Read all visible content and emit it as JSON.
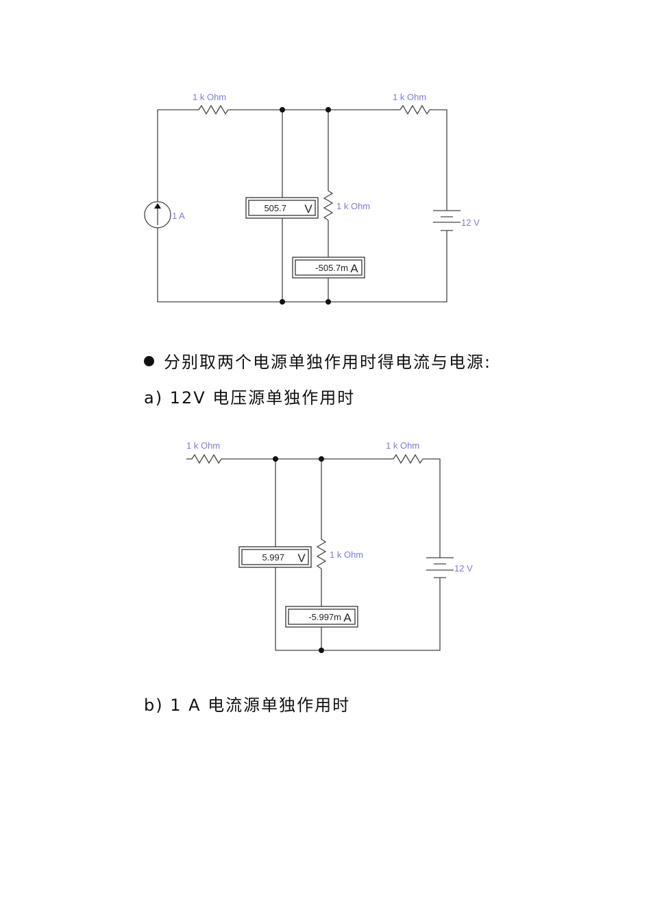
{
  "circuit1": {
    "resistor_top_left": "1 k Ohm",
    "resistor_top_right": "1 k Ohm",
    "resistor_middle": "1 k Ohm",
    "current_source": "1 A",
    "voltage_source": "12 V",
    "voltmeter_value": "505.7",
    "voltmeter_unit": "V",
    "ammeter_value": "-505.7m",
    "ammeter_unit": "A"
  },
  "text": {
    "bullet_line": "分别取两个电源单独作用时得电流与电源:",
    "case_a": "a) 12V 电压源单独作用时",
    "case_b": "b) 1 A 电流源单独作用时"
  },
  "circuit2": {
    "resistor_top_left": "1 k Ohm",
    "resistor_top_right": "1 k Ohm",
    "resistor_middle": "1 k Ohm",
    "voltage_source": "12 V",
    "voltmeter_value": "5.997",
    "voltmeter_unit": "V",
    "ammeter_value": "-5.997m",
    "ammeter_unit": "A"
  }
}
